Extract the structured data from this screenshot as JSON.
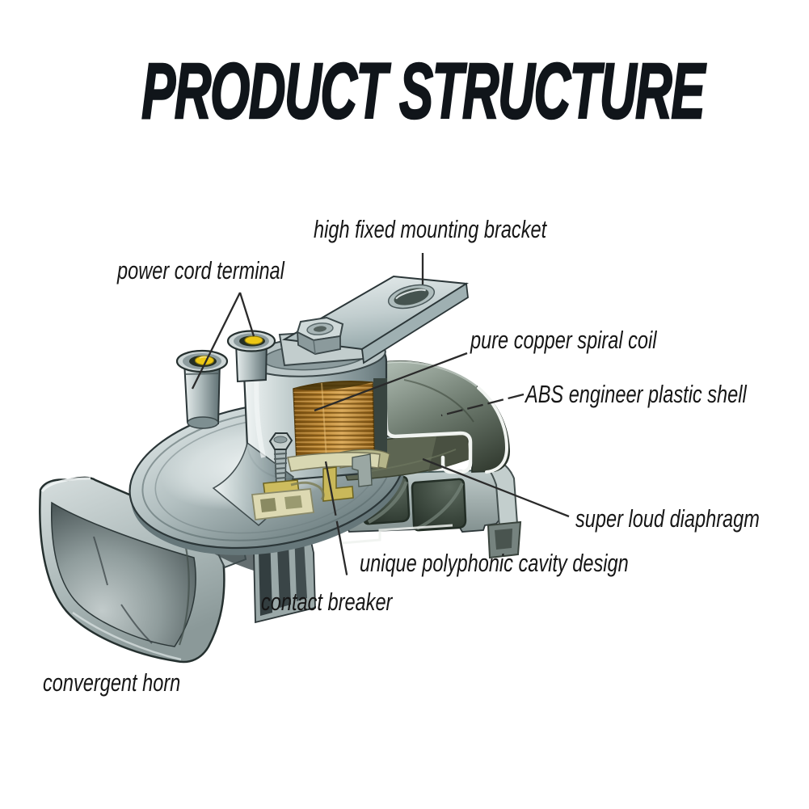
{
  "title": "PRODUCT STRUCTURE",
  "diagram": {
    "subject": "car horn cutaway illustration",
    "labels": {
      "bracket": "high fixed mounting bracket",
      "terminal": "power cord terminal",
      "coil": "pure copper spiral coil",
      "shell": "ABS engineer plastic shell",
      "diaphragm": "super loud diaphragm",
      "cavity": "unique polyphonic cavity design",
      "breaker": "contact breaker",
      "horn": "convergent horn"
    },
    "colors": {
      "background": "#ffffff",
      "text": "#161616",
      "leader_line": "#2a2a2a",
      "metal_light": "#cdd6d6",
      "metal_mid": "#8d9c9e",
      "metal_dark": "#3c4a4c",
      "outline": "#25302f",
      "copper": "#b5812e",
      "copper_dark": "#70490f",
      "copper_light": "#e2b165",
      "terminal_yellow": "#ecc715",
      "brass": "#c9b85a",
      "ivory": "#d8d7b2",
      "diaphragm_olive": "#5d6552",
      "cavity_dark": "#2c352c"
    }
  }
}
